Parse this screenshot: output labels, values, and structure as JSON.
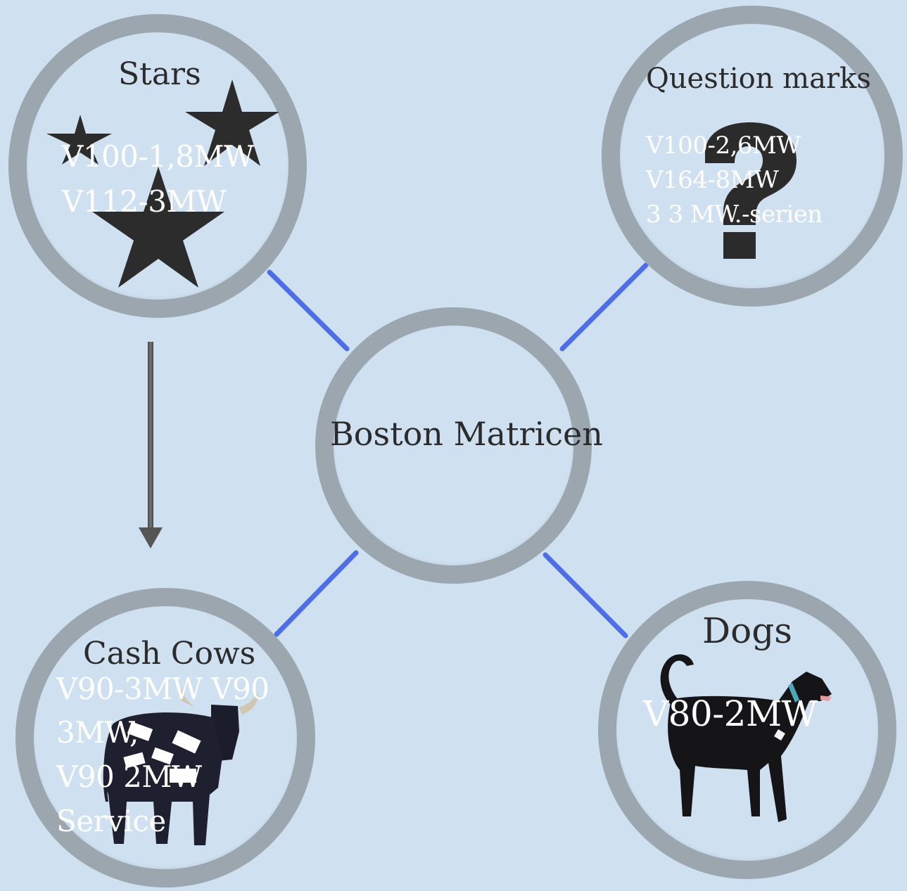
{
  "center": {
    "title": "Boston Matricen"
  },
  "stars": {
    "title": "Stars",
    "items": [
      "V100-1,8MW",
      "V112-3MW"
    ],
    "icon": "star-icon"
  },
  "question_marks": {
    "title": "Question marks",
    "items": [
      "V100-2,6MW",
      "V164-8MW",
      "3 3 MW.-serien"
    ],
    "icon": "question-mark-icon"
  },
  "cash_cows": {
    "title": "Cash Cows",
    "items": [
      "V90-3MW V90",
      "3MW,",
      "V90 2MW",
      "Service"
    ],
    "icon": "cow-icon"
  },
  "dogs": {
    "title": "Dogs",
    "items": [
      "V80-2MW"
    ],
    "icon": "dog-icon"
  },
  "colors": {
    "background": "#cfe0f1",
    "ring": "#9ba6ae",
    "connector": "#4d6ee6",
    "arrow": "#555555",
    "item_text": "#ffffff",
    "title_text": "#2b2b2b"
  }
}
